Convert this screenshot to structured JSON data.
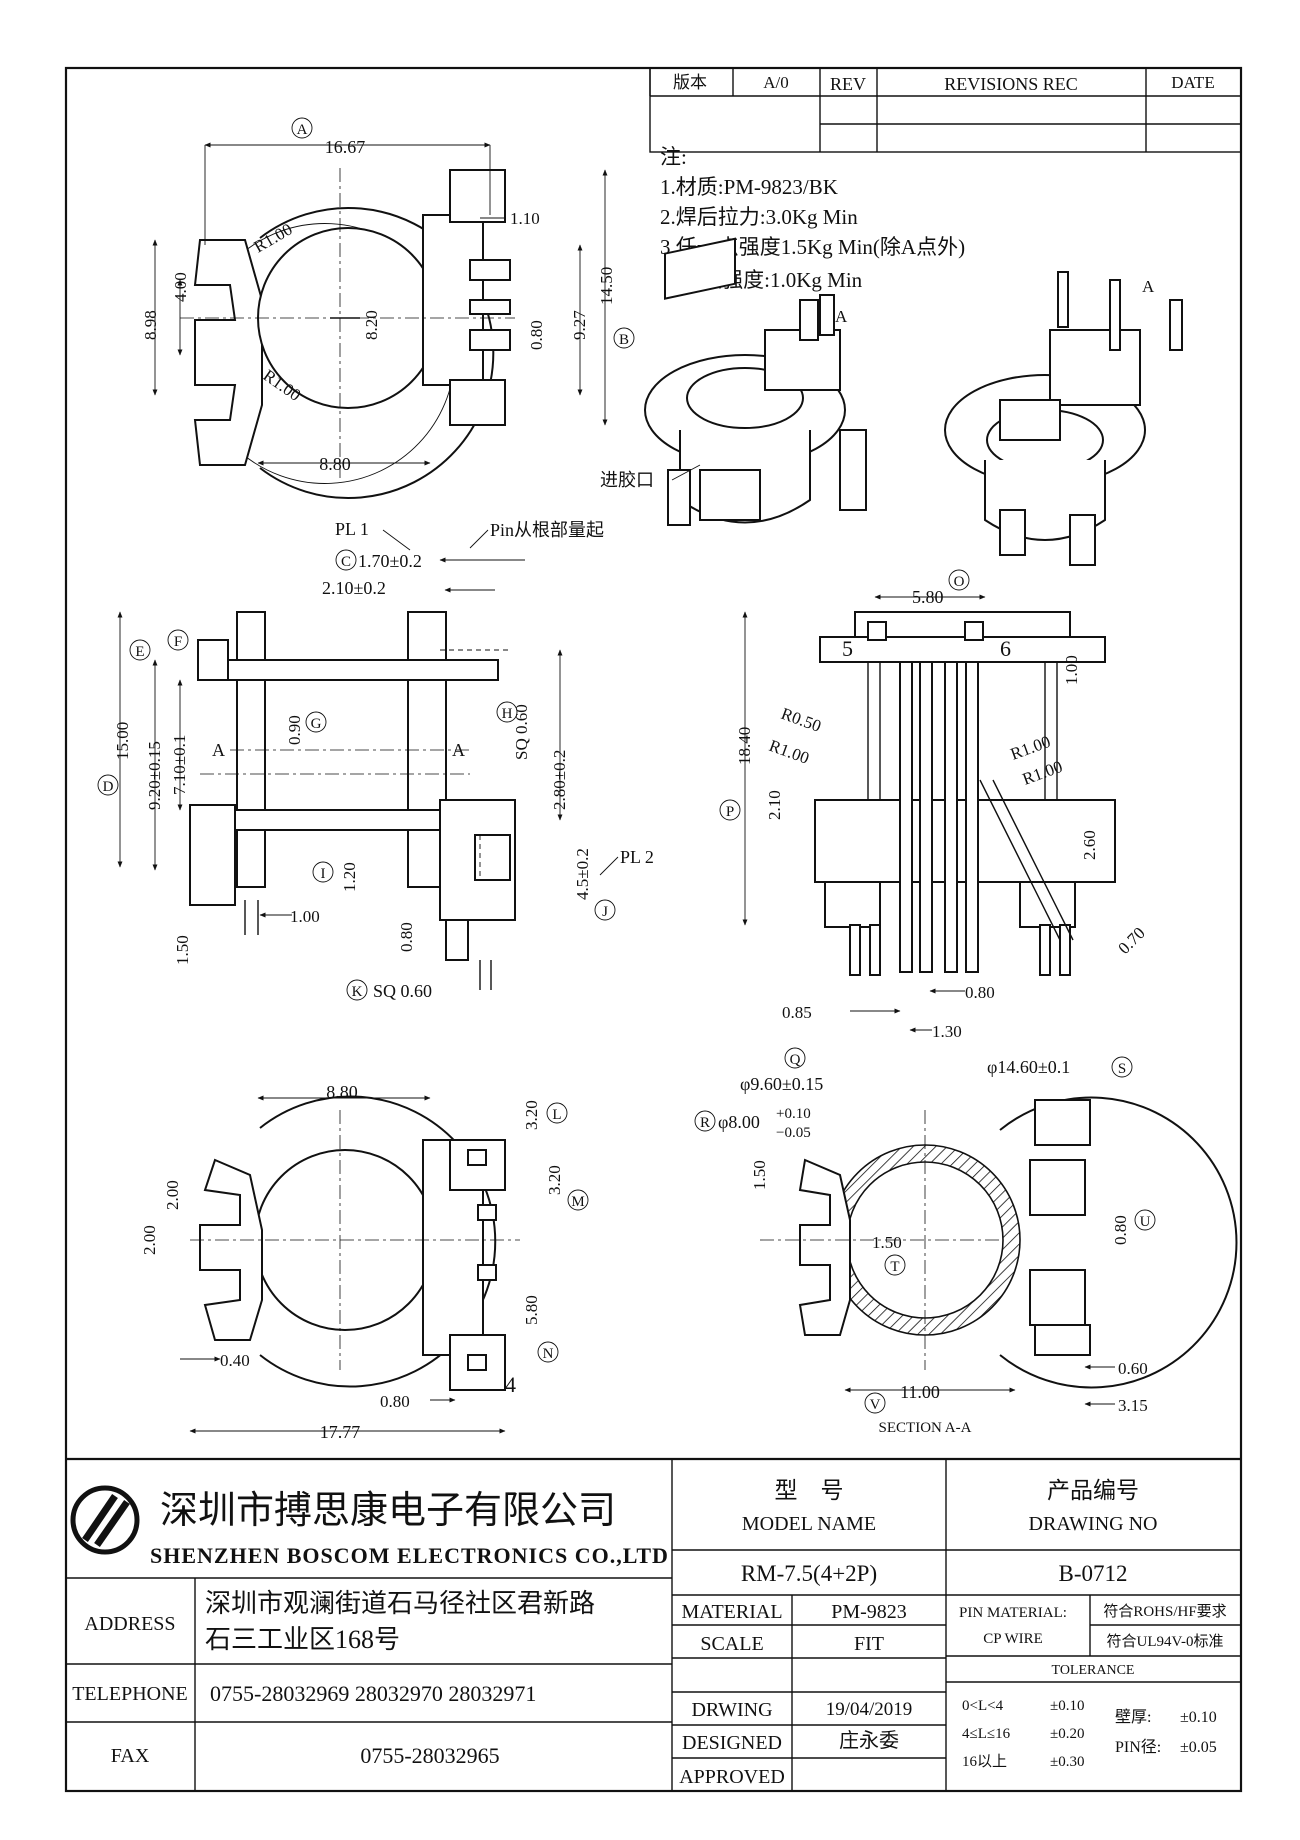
{
  "revision_table": {
    "version_label": "版本",
    "version_value": "A/0",
    "rev_label": "REV",
    "revisions_label": "REVISIONS REC",
    "date_label": "DATE"
  },
  "notes": {
    "heading": "注:",
    "lines": [
      "1.材质:PM-9823/BK",
      "2.焊后拉力:3.0Kg Min",
      "3.任一点强度1.5Kg Min(除A点外)",
      "A点强度:1.0Kg Min"
    ]
  },
  "top_view": {
    "dims": {
      "a_width": "16.67",
      "r_upper": "R1.00",
      "r_lower": "R1.00",
      "pin_offset": "1.10",
      "slot": "4.00",
      "overall_left": "8.98",
      "bore_v": "8.20",
      "pin_pitch": "0.80",
      "right_h": "9.27",
      "b_height": "14.50",
      "bore_w": "8.80"
    },
    "markers": {
      "a": "A",
      "b": "B"
    }
  },
  "iso_view": {
    "gate_label": "进胶口",
    "a_label_1": "A",
    "a_label_2": "A"
  },
  "side_view": {
    "dims": {
      "pl1": "PL 1",
      "pin_note": "Pin从根部量起",
      "c_dim": "1.70±0.2",
      "dim_2_10": "2.10±0.2",
      "d_height": "15.00",
      "e_dim": "9.20±0.15",
      "f_dim": "7.10±0.1",
      "g_dim": "0.90",
      "h_dim": "SQ 0.60",
      "dim_2_80": "2.80±0.2",
      "dim_4_5": "4.5±0.2",
      "pl2": "PL 2",
      "i_dim": "1.20",
      "dim_1_00": "1.00",
      "dim_1_50": "1.50",
      "dim_0_80": "0.80",
      "k_dim": "SQ 0.60",
      "sec_a": "A"
    },
    "markers": {
      "c": "C",
      "d": "D",
      "e": "E",
      "f": "F",
      "g": "G",
      "h": "H",
      "i": "I",
      "j": "J",
      "k": "K"
    }
  },
  "front_view": {
    "dims": {
      "o_dim": "5.80",
      "pin5": "5",
      "pin6": "6",
      "dim_1_00": "1.00",
      "r050": "R0.50",
      "r100a": "R1.00",
      "r100b": "R1.00",
      "r100c": "R1.00",
      "p_height": "18.40",
      "dim_2_10": "2.10",
      "dim_2_60": "2.60",
      "dim_0_70": "0.70",
      "dim_0_85": "0.85",
      "dim_0_80": "0.80",
      "dim_1_30": "1.30"
    },
    "markers": {
      "o": "O",
      "p": "P"
    }
  },
  "bottom_view": {
    "dims": {
      "width": "8.80",
      "l_dim": "3.20",
      "m_dim": "3.20",
      "left_a": "2.00",
      "left_b": "2.00",
      "n_dim": "5.80",
      "pin4": "4",
      "dim_0_40": "0.40",
      "dim_0_80": "0.80",
      "overall": "17.77"
    },
    "markers": {
      "l": "L",
      "m": "M",
      "n": "N"
    }
  },
  "section_view": {
    "dims": {
      "q_dim": "φ9.60±0.15",
      "s_dim": "φ14.60±0.1",
      "r_dim": "φ8.00",
      "r_tol_plus": "+0.10",
      "r_tol_minus": "−0.05",
      "dim_1_50": "1.50",
      "t_dim": "1.50",
      "u_dim": "0.80",
      "dim_0_60": "0.60",
      "dim_3_15": "3.15",
      "v_dim": "11.00",
      "caption": "SECTION A-A"
    },
    "markers": {
      "q": "Q",
      "r": "R",
      "s": "S",
      "t": "T",
      "u": "U",
      "v": "V"
    }
  },
  "title_block": {
    "company_cn": "深圳市搏思康电子有限公司",
    "company_en": "SHENZHEN BOSCOM ELECTRONICS CO.,LTD",
    "address_label": "ADDRESS",
    "address_line1": "深圳市观澜街道石马径社区君新路",
    "address_line2": "石三工业区168号",
    "telephone_label": "TELEPHONE",
    "telephone": "0755-28032969 28032970 28032971",
    "fax_label": "FAX",
    "fax": "0755-28032965",
    "model_cn": "型    号",
    "model_en": "MODEL NAME",
    "model_value": "RM-7.5(4+2P)",
    "drawing_cn": "产品编号",
    "drawing_en": "DRAWING NO",
    "drawing_value": "B-0712",
    "material_label": "MATERIAL",
    "material_value": "PM-9823",
    "scale_label": "SCALE",
    "scale_value": "FIT",
    "drawing_label": "DRWING",
    "drawing_date": "19/04/2019",
    "designed_label": "DESIGNED",
    "designed_value": "庄永委",
    "approved_label": "APPROVED",
    "pin_material_label": "PIN MATERIAL:",
    "pin_material_value": "CP WIRE",
    "rohs": "符合ROHS/HF要求",
    "ul": "符合UL94V-0标准",
    "tolerance_label": "TOLERANCE",
    "tol_row1": "0<L<4",
    "tol_val1": "±0.10",
    "tol_row2": "4≤L≤16",
    "tol_val2": "±0.20",
    "tol_row3": "16以上",
    "tol_val3": "±0.30",
    "wall_label": "壁厚:",
    "wall_val": "±0.10",
    "pin_dia_label": "PIN径:",
    "pin_dia_val": "±0.05"
  }
}
